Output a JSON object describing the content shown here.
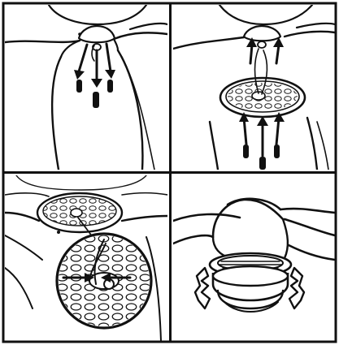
{
  "figure": {
    "panel_count": 4,
    "layout": "2x2 grid",
    "colors": {
      "ink": "#111111",
      "paper": "#ffffff"
    },
    "panels": [
      {
        "id": "panel-1",
        "depicts": "remove-screws-from-canopy-plate",
        "icons": [
          "down-arrow-icon",
          "screw-icon"
        ]
      },
      {
        "id": "panel-2",
        "depicts": "mount-light-kit-plate",
        "icons": [
          "up-arrow-icon",
          "screw-icon"
        ]
      },
      {
        "id": "panel-3",
        "depicts": "connect-wire-connector-magnified",
        "icons": [
          "double-arrow-icon",
          "magnifier-circle"
        ]
      },
      {
        "id": "panel-4",
        "depicts": "attach-glass-shade",
        "icons": [
          "clip-icon"
        ]
      }
    ]
  }
}
